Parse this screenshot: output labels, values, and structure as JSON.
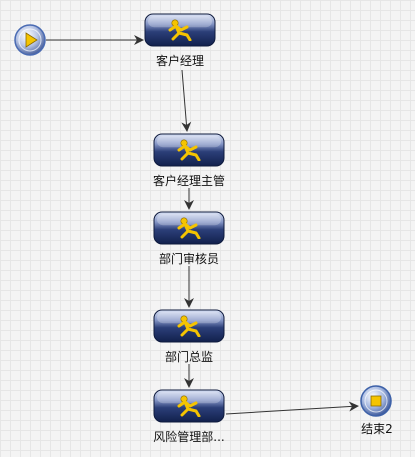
{
  "workflow": {
    "start_icon": "play-icon",
    "end_icon": "stop-icon",
    "task_icon": "running-person-icon",
    "nodes": [
      {
        "id": "n1",
        "label": "客户经理"
      },
      {
        "id": "n2",
        "label": "客户经理主管"
      },
      {
        "id": "n3",
        "label": "部门审核员"
      },
      {
        "id": "n4",
        "label": "部门总监"
      },
      {
        "id": "n5",
        "label": "风险管理部..."
      }
    ],
    "end": {
      "label": "结束2"
    }
  },
  "colors": {
    "task_body": "#2c3f79",
    "task_highlight": "#c7d2ec",
    "icon_yellow": "#f5c400",
    "start_ring": "#4a6bb3",
    "end_ring": "#3d61a8",
    "edge": "#333333"
  }
}
